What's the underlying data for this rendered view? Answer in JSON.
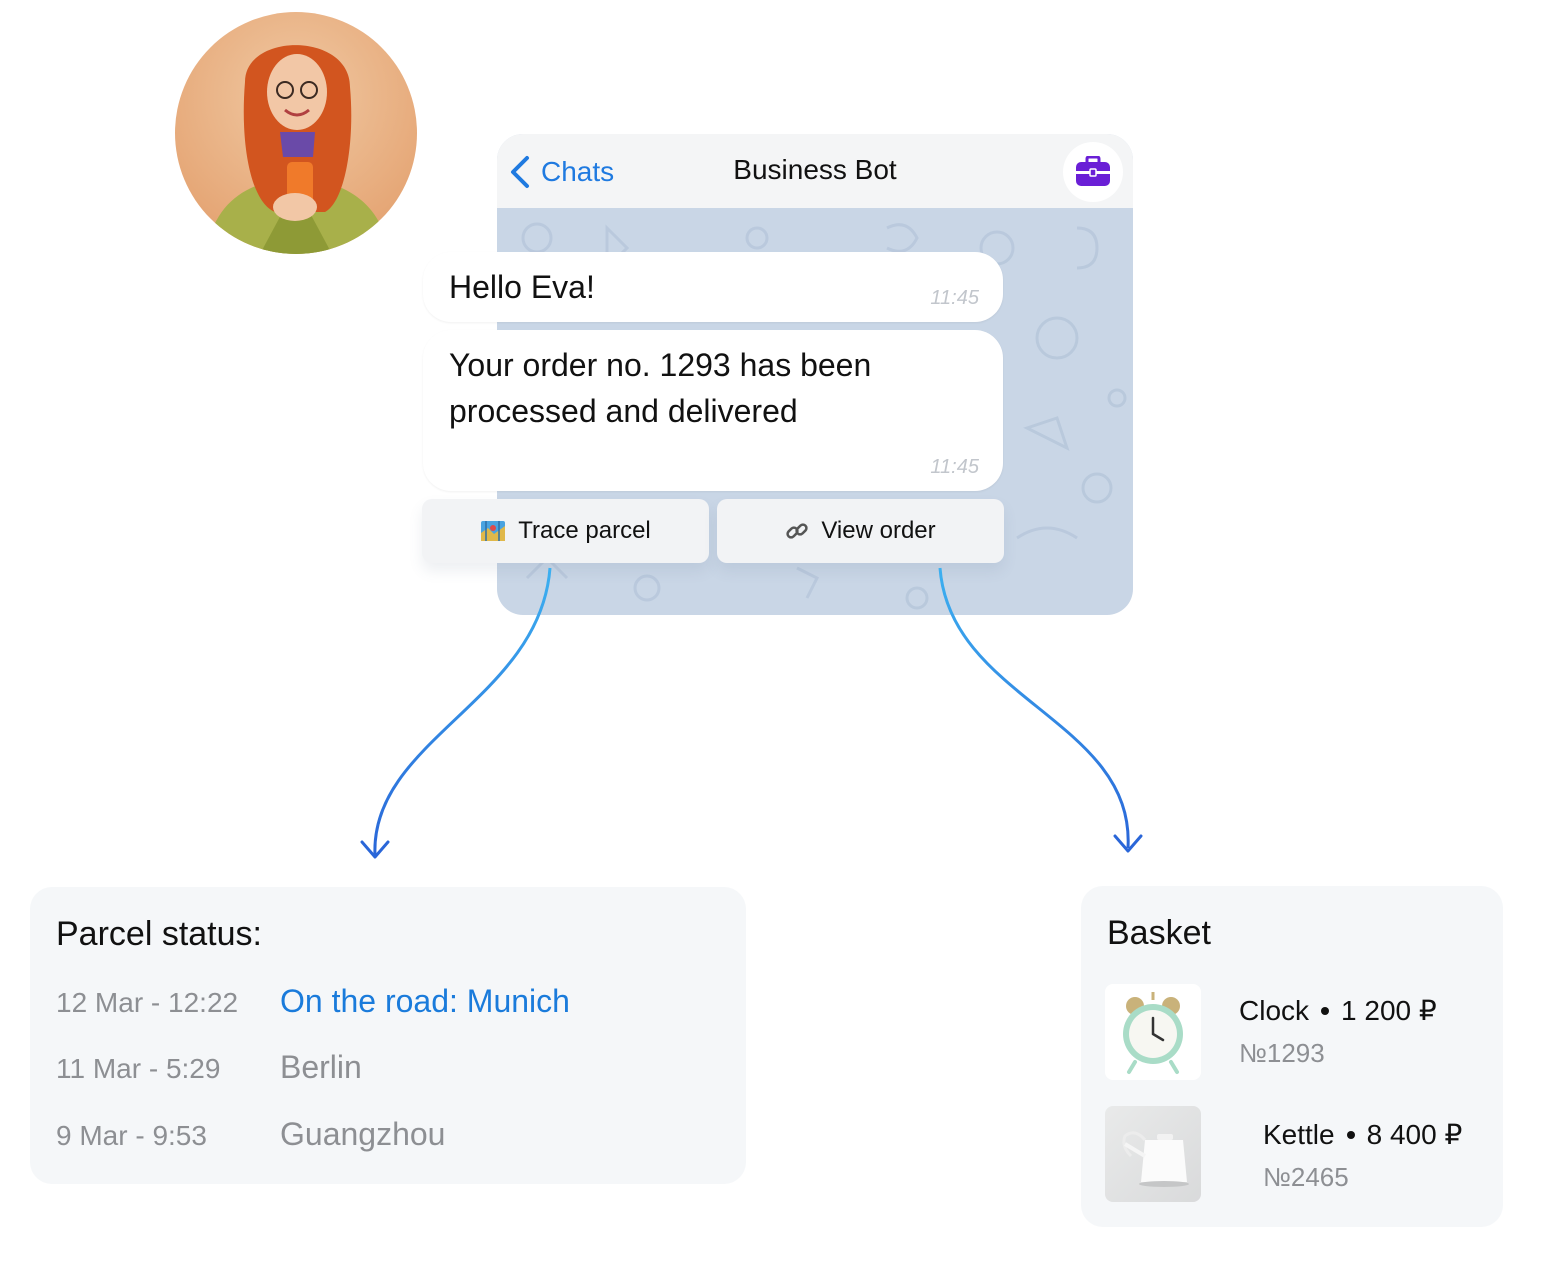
{
  "chat": {
    "back_label": "Chats",
    "title": "Business Bot",
    "badge_icon": "briefcase-icon",
    "accent": "#1f7ae0",
    "messages": [
      {
        "text": "Hello Eva!",
        "time": "11:45"
      },
      {
        "text": "Your order no. 1293 has been processed and delivered",
        "time": "11:45"
      }
    ],
    "buttons": [
      {
        "label": "Trace parcel",
        "icon": "map-icon"
      },
      {
        "label": "View order",
        "icon": "link-icon"
      }
    ]
  },
  "parcel": {
    "title": "Parcel status:",
    "rows": [
      {
        "date": "12 Mar - 12:22",
        "place": "On the road: Munich"
      },
      {
        "date": "11 Mar - 5:29",
        "place": "Berlin"
      },
      {
        "date": "9 Mar - 9:53",
        "place": "Guangzhou"
      }
    ],
    "active_color": "#1a7bdb"
  },
  "basket": {
    "title": "Basket",
    "items": [
      {
        "name": "Clock",
        "price": "1 200 ₽",
        "number": "№1293",
        "icon": "alarm-clock-icon"
      },
      {
        "name": "Kettle",
        "price": "8 400 ₽",
        "number": "№2465",
        "icon": "kettle-icon"
      }
    ]
  }
}
